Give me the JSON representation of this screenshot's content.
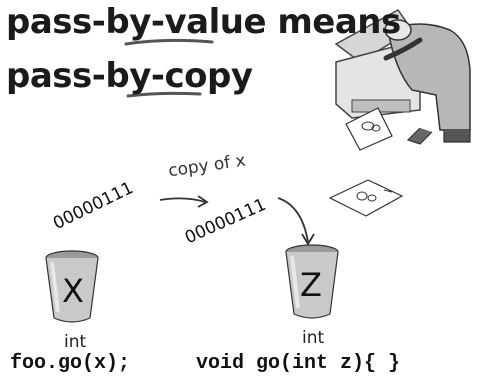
{
  "heading": {
    "line1": "pass-by-value means",
    "line2": "pass-by-copy"
  },
  "annotation": "copy of x",
  "caller": {
    "bits": "00000111",
    "var": "X",
    "type": "int",
    "code": "foo.go(x);"
  },
  "callee": {
    "bits": "00000111",
    "var": "Z",
    "type": "int",
    "code": "void go(int z){ }"
  },
  "icons": [
    "photocopier-man-illustration",
    "paper-copy-icon",
    "cup-icon",
    "arrow-icon"
  ]
}
